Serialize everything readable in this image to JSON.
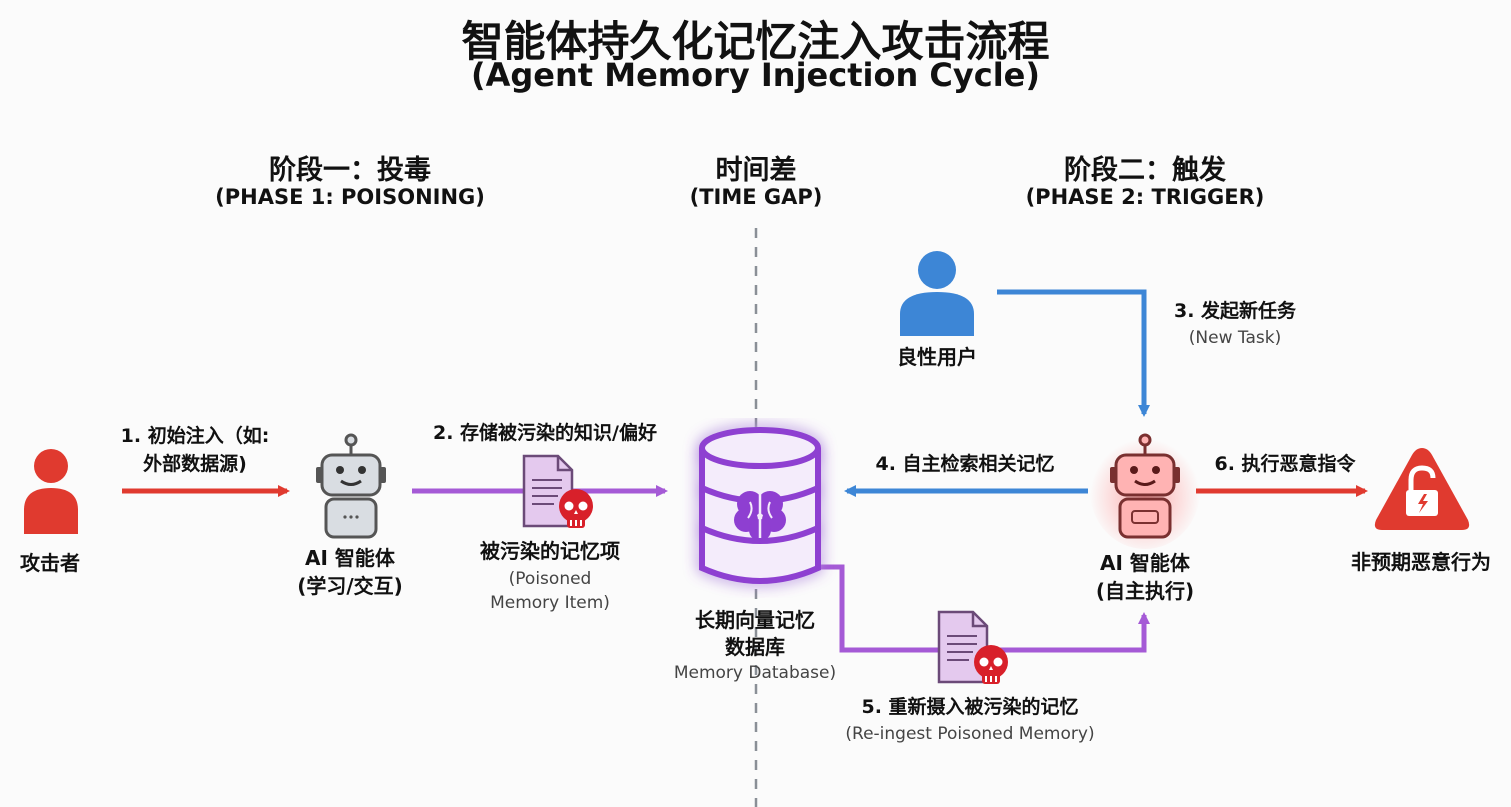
{
  "title": "智能体持久化记忆注入攻击流程",
  "subtitle": "(Agent Memory Injection Cycle)",
  "phases": {
    "phase1_cn": "阶段一：投毒",
    "phase1_en": "(PHASE 1: POISONING)",
    "gap_cn": "时间差",
    "gap_en": "(TIME GAP)",
    "phase2_cn": "阶段二：触发",
    "phase2_en": "(PHASE 2: TRIGGER)"
  },
  "nodes": {
    "attacker": "攻击者",
    "agent1_line1": "AI 智能体",
    "agent1_line2": "(学习/交互)",
    "poisoned_item_cn": "被污染的记忆项",
    "poisoned_item_en1": "(Poisoned",
    "poisoned_item_en2": "Memory Item)",
    "db_line1": "长期向量记忆",
    "db_line2": "数据库",
    "db_en": "Memory Database)",
    "benign_user": "良性用户",
    "agent2_line1": "AI 智能体",
    "agent2_line2": "(自主执行)",
    "outcome": "非预期恶意行为"
  },
  "steps": {
    "s1_line1": "1. 初始注入（如:",
    "s1_line2": "外部数据源)",
    "s2": "2. 存储被污染的知识/偏好",
    "s3": "3. 发起新任务",
    "s3_en": "(New Task)",
    "s4": "4. 自主检索相关记忆",
    "s5": "5. 重新摄入被污染的记忆",
    "s5_en": "(Re-ingest Poisoned Memory)",
    "s6": "6. 执行恶意指令"
  },
  "colors": {
    "red": "#e03a2f",
    "purple": "#a55ad6",
    "blue": "#3d86d6",
    "gray": "#8a8f96"
  }
}
